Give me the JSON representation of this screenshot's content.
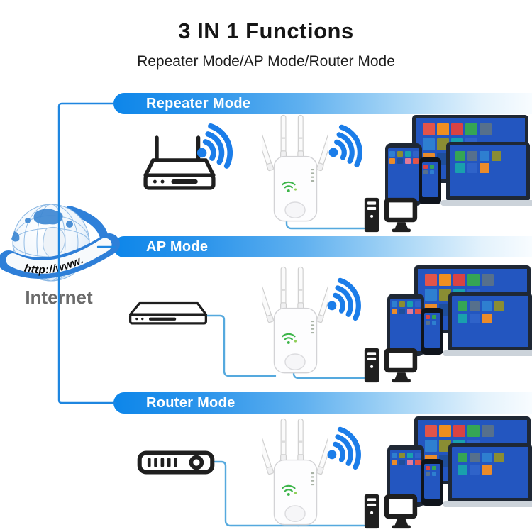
{
  "page": {
    "title": "3 IN 1 Functions",
    "subtitle": "Repeater Mode/AP Mode/Router Mode"
  },
  "internet": {
    "label": "Internet",
    "ribbon_text": "http://www."
  },
  "sections": [
    {
      "label": "Repeater Mode",
      "source_device": "wireless-router",
      "wireless_in": true,
      "wired_in": false
    },
    {
      "label": "AP Mode",
      "source_device": "wired-modem",
      "wireless_in": false,
      "wired_in": true
    },
    {
      "label": "Router Mode",
      "source_device": "broadband-modem",
      "wireless_in": false,
      "wired_in": true
    }
  ],
  "icons": {
    "globe": "internet-globe-icon",
    "wifi": "wifi-signal-icon",
    "router": "wireless-router-icon",
    "modem": "wired-modem-icon",
    "broadband_modem": "broadband-modem-icon",
    "extender": "wifi-extender-device",
    "desktop_pc": "desktop-pc-icon",
    "client_devices": "client-devices-group"
  },
  "colors": {
    "banner_blue": "#0d86ea",
    "banner_fade": "#f8fcff",
    "wifi_blue": "#1b7de9",
    "wire_blue": "#55a9de",
    "connector_blue": "#1e86e0",
    "led_green": "#3db54a",
    "title_text": "#151515",
    "banner_text": "#ffffff",
    "internet_text": "#6b6b6b",
    "device_outline": "#1f1f1f",
    "screen_blue": "#2356c0",
    "bezel_dark": "#1f2835",
    "tile_palette": [
      "#e25449",
      "#ef8f1f",
      "#d94343",
      "#35a554",
      "#56708c",
      "#2e7fd0",
      "#8a8d33",
      "#19a0ad",
      "#2f63c9",
      "#ea8b2a",
      "#1e4e9c",
      "#e07a9a"
    ]
  },
  "device_screens": {
    "monitor_rows": [
      5,
      4,
      3
    ],
    "laptop_rows": [
      4,
      3
    ],
    "tablet_rows": [
      4,
      4
    ],
    "phone_rows": [
      2,
      2
    ]
  }
}
